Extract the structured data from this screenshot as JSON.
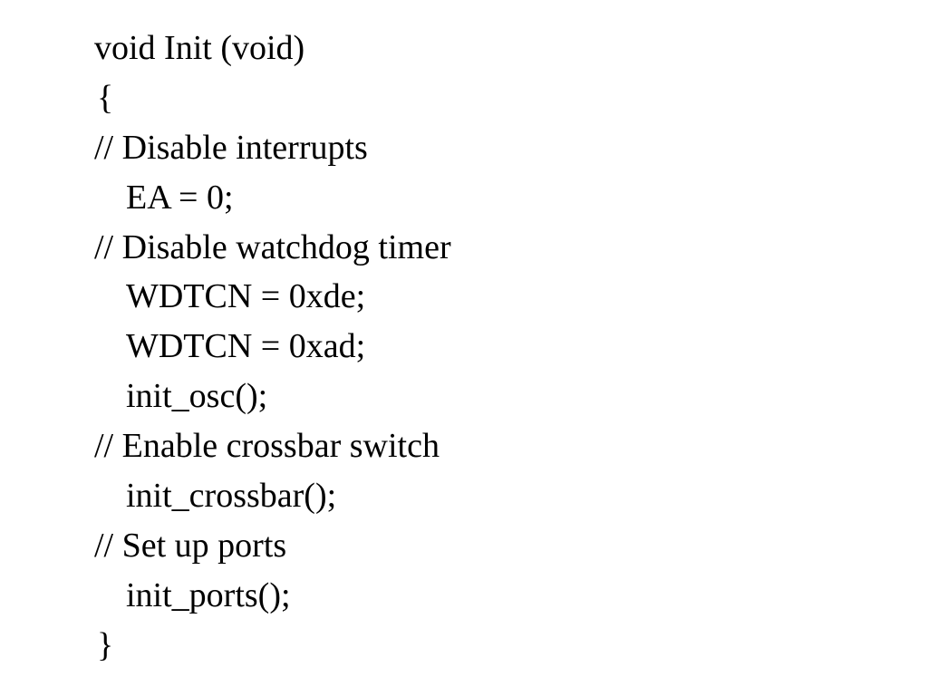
{
  "document": {
    "lines": [
      {
        "text": "void Init (void)",
        "indent": 0
      },
      {
        "text": "{",
        "indent": 0
      },
      {
        "text": "// Disable interrupts",
        "indent": 0
      },
      {
        "text": "EA = 0;",
        "indent": 1
      },
      {
        "text": "// Disable watchdog timer",
        "indent": 0
      },
      {
        "text": "WDTCN = 0xde;",
        "indent": 1
      },
      {
        "text": "WDTCN = 0xad;",
        "indent": 1
      },
      {
        "text": "init_osc();",
        "indent": 1
      },
      {
        "text": "// Enable crossbar switch",
        "indent": 0
      },
      {
        "text": "init_crossbar();",
        "indent": 1
      },
      {
        "text": "// Set up ports",
        "indent": 0
      },
      {
        "text": "init_ports();",
        "indent": 1
      },
      {
        "text": "}",
        "indent": 0
      }
    ]
  },
  "colors": {
    "background": "#ffffff",
    "text": "#000000"
  }
}
